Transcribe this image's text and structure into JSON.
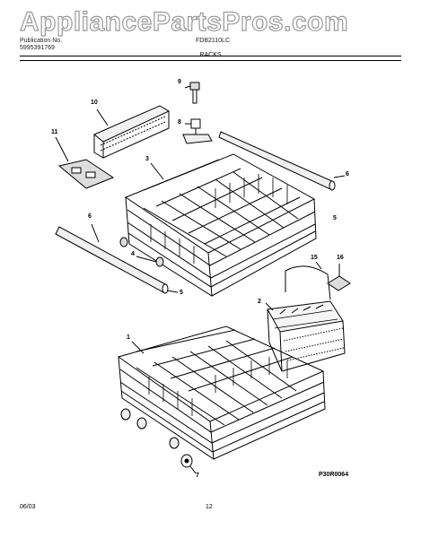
{
  "watermark": "AppliancePartsPros.com",
  "header": {
    "publication_label": "Publication No.",
    "publication_number": "5995391769",
    "model": "FDB2110LC",
    "section": "RACKS"
  },
  "callouts": {
    "c1": "1",
    "c2": "2",
    "c3": "3",
    "c4": "4",
    "c5a": "5",
    "c5b": "5",
    "c6a": "6",
    "c6b": "6",
    "c7": "7",
    "c8": "8",
    "c9": "9",
    "c10": "10",
    "c11": "11",
    "c15": "15",
    "c16": "16"
  },
  "footer": {
    "date": "06/03",
    "page": "12",
    "figure_code": "P30R0064"
  }
}
